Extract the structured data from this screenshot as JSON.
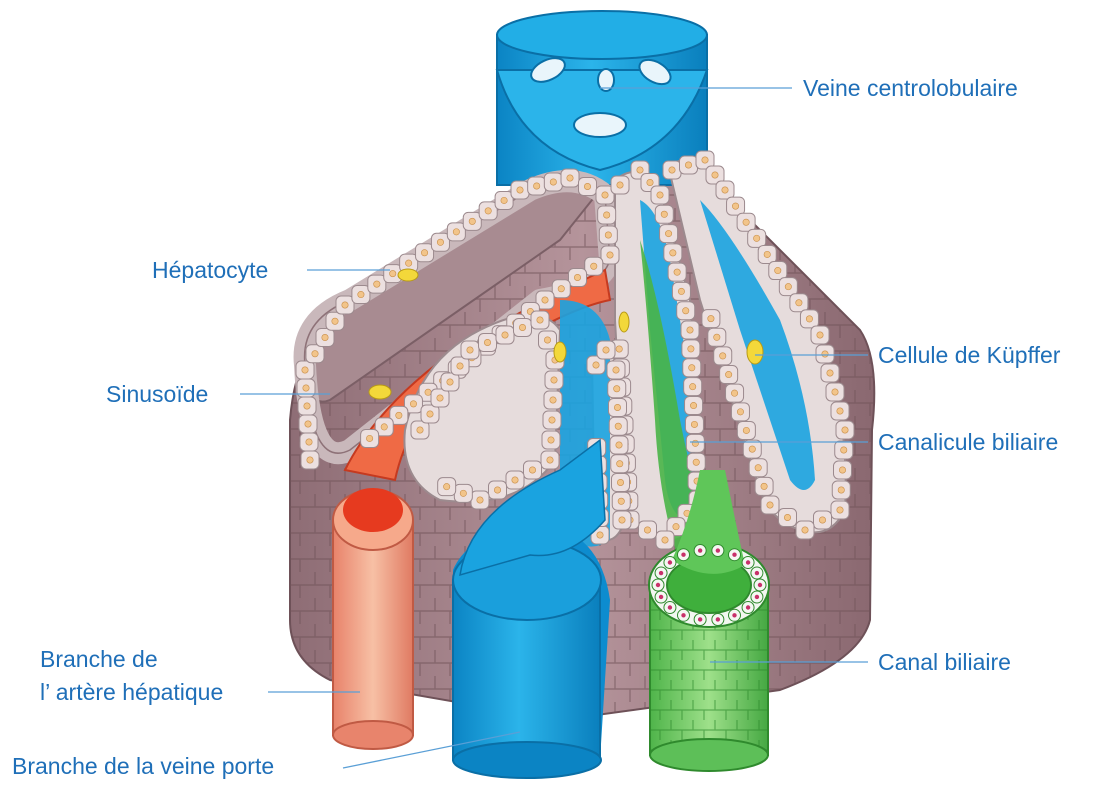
{
  "labels": {
    "central_vein": "Veine centrolobulaire",
    "hepatocyte": "Hépatocyte",
    "sinusoid": "Sinusoïde",
    "kupffer_cell": "Cellule de Küpffer",
    "bile_canaliculus": "Canalicule biliaire",
    "bile_duct": "Canal biliaire",
    "hepatic_artery_line1": "Branche de",
    "hepatic_artery_line2": "l’ artère hépatique",
    "portal_vein": "Branche de la veine porte"
  },
  "colors": {
    "label_text": "#1f6fb8",
    "leader_line": "#5a9fd6",
    "vein_blue": "#1aa3e0",
    "vein_blue_dark": "#0b84c4",
    "hepatocyte_fill": "#ece0e0",
    "hepatocyte_outline": "#9c8a8e",
    "nucleus": "#f2c48a",
    "lobule_tissue": "#a58289",
    "lobule_tissue_dark": "#8a6870",
    "artery_pink": "#f4ab8e",
    "artery_red": "#e0492c",
    "bile_green": "#7ccf6a",
    "bile_green_dark": "#3fae3c",
    "kupffer_yellow": "#f3d83a"
  }
}
